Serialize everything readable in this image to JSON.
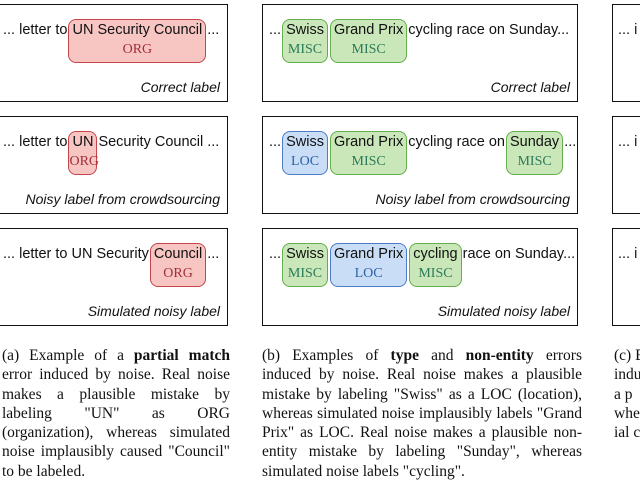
{
  "figure_a": {
    "panels": [
      {
        "tokens": [
          {
            "text": "... letter to ",
            "tag": null
          },
          {
            "text": "UN Security Council",
            "tag": "ORG",
            "color": "org"
          },
          {
            "text": " ...",
            "tag": null
          }
        ],
        "description": "Correct label"
      },
      {
        "tokens": [
          {
            "text": "... letter to ",
            "tag": null
          },
          {
            "text": "UN",
            "tag": "ORG",
            "color": "org"
          },
          {
            "text": " Security Council ...",
            "tag": null
          }
        ],
        "description": "Noisy label from crowdsourcing"
      },
      {
        "tokens": [
          {
            "text": "... letter to UN Security ",
            "tag": null
          },
          {
            "text": "Council",
            "tag": "ORG",
            "color": "org"
          },
          {
            "text": " ...",
            "tag": null
          }
        ],
        "description": "Simulated noisy label"
      }
    ],
    "caption": {
      "prefix": "(a) Example of a ",
      "bold1": "partial match",
      "text1": " error induced by noise. Real noise makes a plausible mistake by labeling \"UN\" as ORG (organization), whereas simulated noise implausibly caused \"Council\" to be labeled."
    }
  },
  "figure_b": {
    "panels": [
      {
        "tokens": [
          {
            "text": "... ",
            "tag": null
          },
          {
            "text": "Swiss",
            "tag": "MISC",
            "color": "misc"
          },
          {
            "text": " ",
            "tag": null
          },
          {
            "text": "Grand Prix",
            "tag": "MISC",
            "color": "misc"
          },
          {
            "text": " cycling race on Sunday...",
            "tag": null
          }
        ],
        "description": "Correct label"
      },
      {
        "tokens": [
          {
            "text": "... ",
            "tag": null
          },
          {
            "text": "Swiss",
            "tag": "LOC",
            "color": "loc"
          },
          {
            "text": " ",
            "tag": null
          },
          {
            "text": "Grand Prix",
            "tag": "MISC",
            "color": "misc"
          },
          {
            "text": " cycling race on ",
            "tag": null
          },
          {
            "text": "Sunday",
            "tag": "MISC",
            "color": "misc"
          },
          {
            "text": "...",
            "tag": null
          }
        ],
        "description": "Noisy label from crowdsourcing"
      },
      {
        "tokens": [
          {
            "text": "... ",
            "tag": null
          },
          {
            "text": "Swiss",
            "tag": "MISC",
            "color": "misc"
          },
          {
            "text": " ",
            "tag": null
          },
          {
            "text": "Grand Prix",
            "tag": "LOC",
            "color": "loc"
          },
          {
            "text": " ",
            "tag": null
          },
          {
            "text": "cycling",
            "tag": "MISC",
            "color": "misc"
          },
          {
            "text": " race on Sunday...",
            "tag": null
          }
        ],
        "description": "Simulated noisy label"
      }
    ],
    "caption": {
      "prefix": "(b) Examples of ",
      "bold1": "type",
      "text1": " and ",
      "bold2": "non-entity",
      "text2": " errors induced by noise. Real noise makes a plausible mistake by labeling \"Swiss\" as a LOC (location), whereas simulated noise implausibly labels \"Grand Prix\" as LOC. Real noise makes a plausible non-entity mistake by labeling \"Sunday\", whereas simulated noise labels \"cycling\"."
    }
  },
  "figure_c": {
    "panels": [
      {
        "tokens": [
          {
            "text": "... i",
            "tag": null
          }
        ]
      },
      {
        "tokens": [
          {
            "text": "... i",
            "tag": null
          }
        ]
      },
      {
        "tokens": [
          {
            "text": "... i",
            "tag": null
          }
        ]
      }
    ],
    "caption": {
      "lines": [
        "(c) E",
        "induc",
        "a p",
        "whe",
        "ial c"
      ]
    }
  }
}
